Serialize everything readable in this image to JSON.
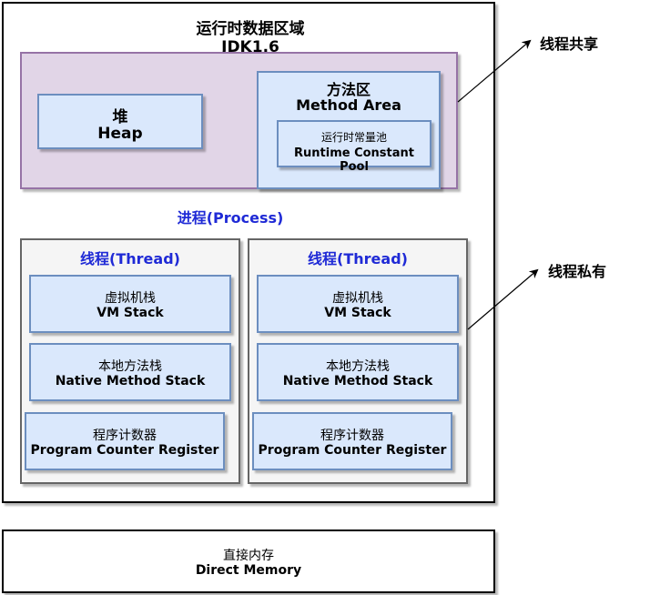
{
  "runtime_area": {
    "title": "运行时数据区域",
    "version": "JDK1.6"
  },
  "shared": {
    "heap": {
      "cn": "堆",
      "en": "Heap"
    },
    "method_area": {
      "cn": "方法区",
      "en": "Method Area"
    },
    "constant_pool": {
      "cn": "运行时常量池",
      "en": "Runtime Constant Pool"
    }
  },
  "process_label": "进程(Process)",
  "threads": [
    {
      "title": "线程(Thread)",
      "vm_stack": {
        "cn": "虚拟机栈",
        "en": "VM Stack"
      },
      "native_stack": {
        "cn": "本地方法栈",
        "en": "Native Method Stack"
      },
      "pc_register": {
        "cn": "程序计数器",
        "en": "Program Counter Register"
      }
    },
    {
      "title": "线程(Thread)",
      "vm_stack": {
        "cn": "虚拟机栈",
        "en": "VM Stack"
      },
      "native_stack": {
        "cn": "本地方法栈",
        "en": "Native Method Stack"
      },
      "pc_register": {
        "cn": "程序计数器",
        "en": "Program Counter Register"
      }
    }
  ],
  "direct_memory": {
    "cn": "直接内存",
    "en": "Direct Memory"
  },
  "annotations": {
    "shared": "线程共享",
    "private": "线程私有"
  },
  "colors": {
    "shared_fill": "#e1d5e7",
    "shared_border": "#9673a6",
    "block_fill": "#dae8fc",
    "block_border": "#6c8ebf",
    "thread_fill": "#f5f5f5",
    "thread_border": "#666666",
    "accent_text": "#1f2ad6"
  }
}
